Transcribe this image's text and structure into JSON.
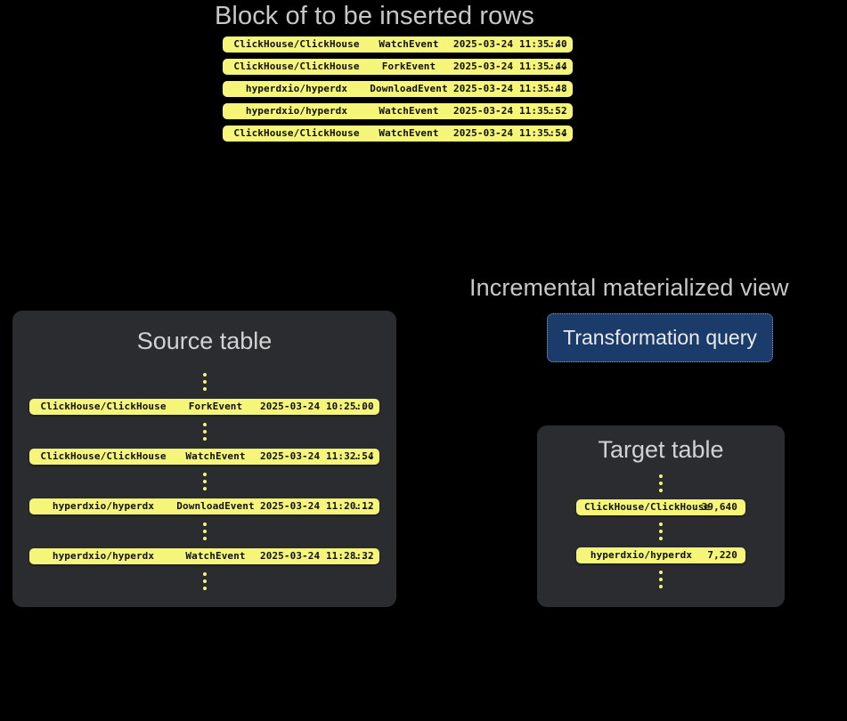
{
  "headings": {
    "block_title": "Block of to be inserted rows",
    "incremental_mv": "Incremental materialized view"
  },
  "colors": {
    "background": "#000000",
    "panel": "#2b2c30",
    "row_yellow": "#f5f57a",
    "row_text": "#111111",
    "heading_text": "#c7c7c7",
    "query_box_fill": "#1b3b6b",
    "query_box_border": "#8e9bb0",
    "query_box_text": "#eaeaea"
  },
  "block": {
    "rows": [
      {
        "repo": "ClickHouse/ClickHouse",
        "event": "WatchEvent",
        "timestamp": "2025-03-24 11:35:40",
        "ellipsis": "..."
      },
      {
        "repo": "ClickHouse/ClickHouse",
        "event": "ForkEvent",
        "timestamp": "2025-03-24 11:35:44",
        "ellipsis": "..."
      },
      {
        "repo": "hyperdxio/hyperdx",
        "event": "DownloadEvent",
        "timestamp": "2025-03-24 11:35:48",
        "ellipsis": "..."
      },
      {
        "repo": "hyperdxio/hyperdx",
        "event": "WatchEvent",
        "timestamp": "2025-03-24 11:35:52",
        "ellipsis": "..."
      },
      {
        "repo": "ClickHouse/ClickHouse",
        "event": "WatchEvent",
        "timestamp": "2025-03-24 11:35:54",
        "ellipsis": "..."
      }
    ]
  },
  "source_table": {
    "title": "Source table",
    "rows": [
      {
        "repo": "ClickHouse/ClickHouse",
        "event": "ForkEvent",
        "timestamp": "2025-03-24 10:25:00",
        "ellipsis": "..."
      },
      {
        "repo": "ClickHouse/ClickHouse",
        "event": "WatchEvent",
        "timestamp": "2025-03-24 11:32:54",
        "ellipsis": "..."
      },
      {
        "repo": "hyperdxio/hyperdx",
        "event": "DownloadEvent",
        "timestamp": "2025-03-24 11:20:12",
        "ellipsis": "..."
      },
      {
        "repo": "hyperdxio/hyperdx",
        "event": "WatchEvent",
        "timestamp": "2025-03-24 11:28:32",
        "ellipsis": "..."
      }
    ]
  },
  "materialized_view": {
    "query_label": "Transformation query"
  },
  "target_table": {
    "title": "Target table",
    "rows": [
      {
        "repo": "ClickHouse/ClickHouse",
        "count": "39,640"
      },
      {
        "repo": "hyperdxio/hyperdx",
        "count": "7,220"
      }
    ]
  }
}
